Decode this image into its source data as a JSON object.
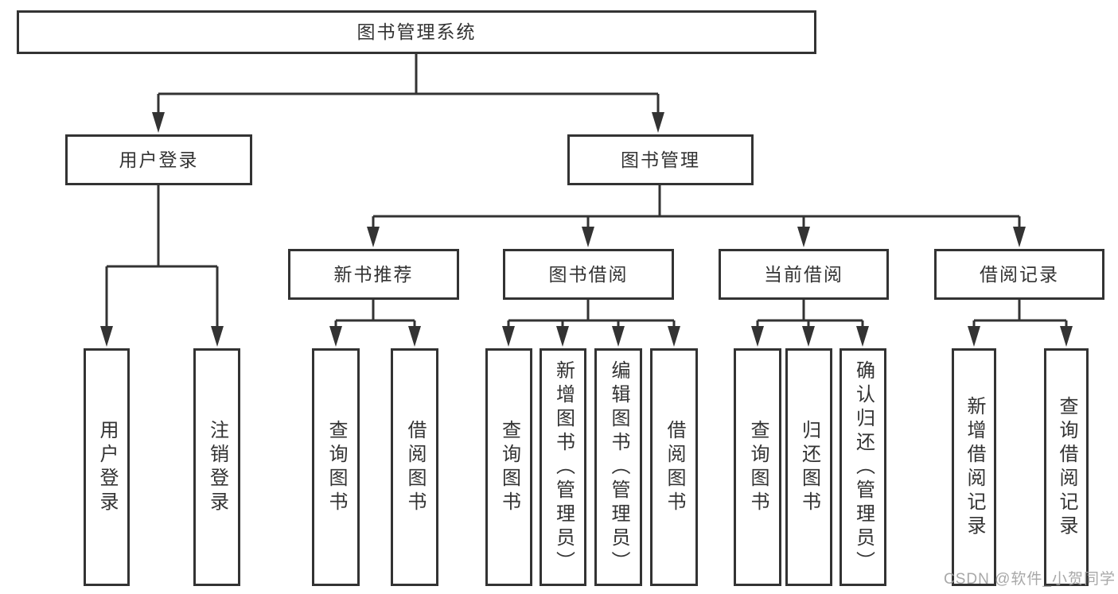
{
  "tree": {
    "label": "图书管理系统",
    "children": [
      {
        "label": "用户登录",
        "children": [
          {
            "label": "用户登录"
          },
          {
            "label": "注销登录"
          }
        ]
      },
      {
        "label": "图书管理",
        "children": [
          {
            "label": "新书推荐",
            "children": [
              {
                "label": "查询图书"
              },
              {
                "label": "借阅图书"
              }
            ]
          },
          {
            "label": "图书借阅",
            "children": [
              {
                "label": "查询图书"
              },
              {
                "label": "新增图书（管理员）"
              },
              {
                "label": "编辑图书（管理员）"
              },
              {
                "label": "借阅图书"
              }
            ]
          },
          {
            "label": "当前借阅",
            "children": [
              {
                "label": "查询图书"
              },
              {
                "label": "归还图书"
              },
              {
                "label": "确认归还（管理员）"
              }
            ]
          },
          {
            "label": "借阅记录",
            "children": [
              {
                "label": "新增借阅记录"
              },
              {
                "label": "查询借阅记录"
              }
            ]
          }
        ]
      }
    ]
  },
  "watermark": {
    "text": "CSDN @软件_小贺同学"
  },
  "colors": {
    "line": "#333333",
    "box_border": "#333333",
    "text": "#333333",
    "watermark": "#9e9e9e",
    "background": "#ffffff"
  }
}
